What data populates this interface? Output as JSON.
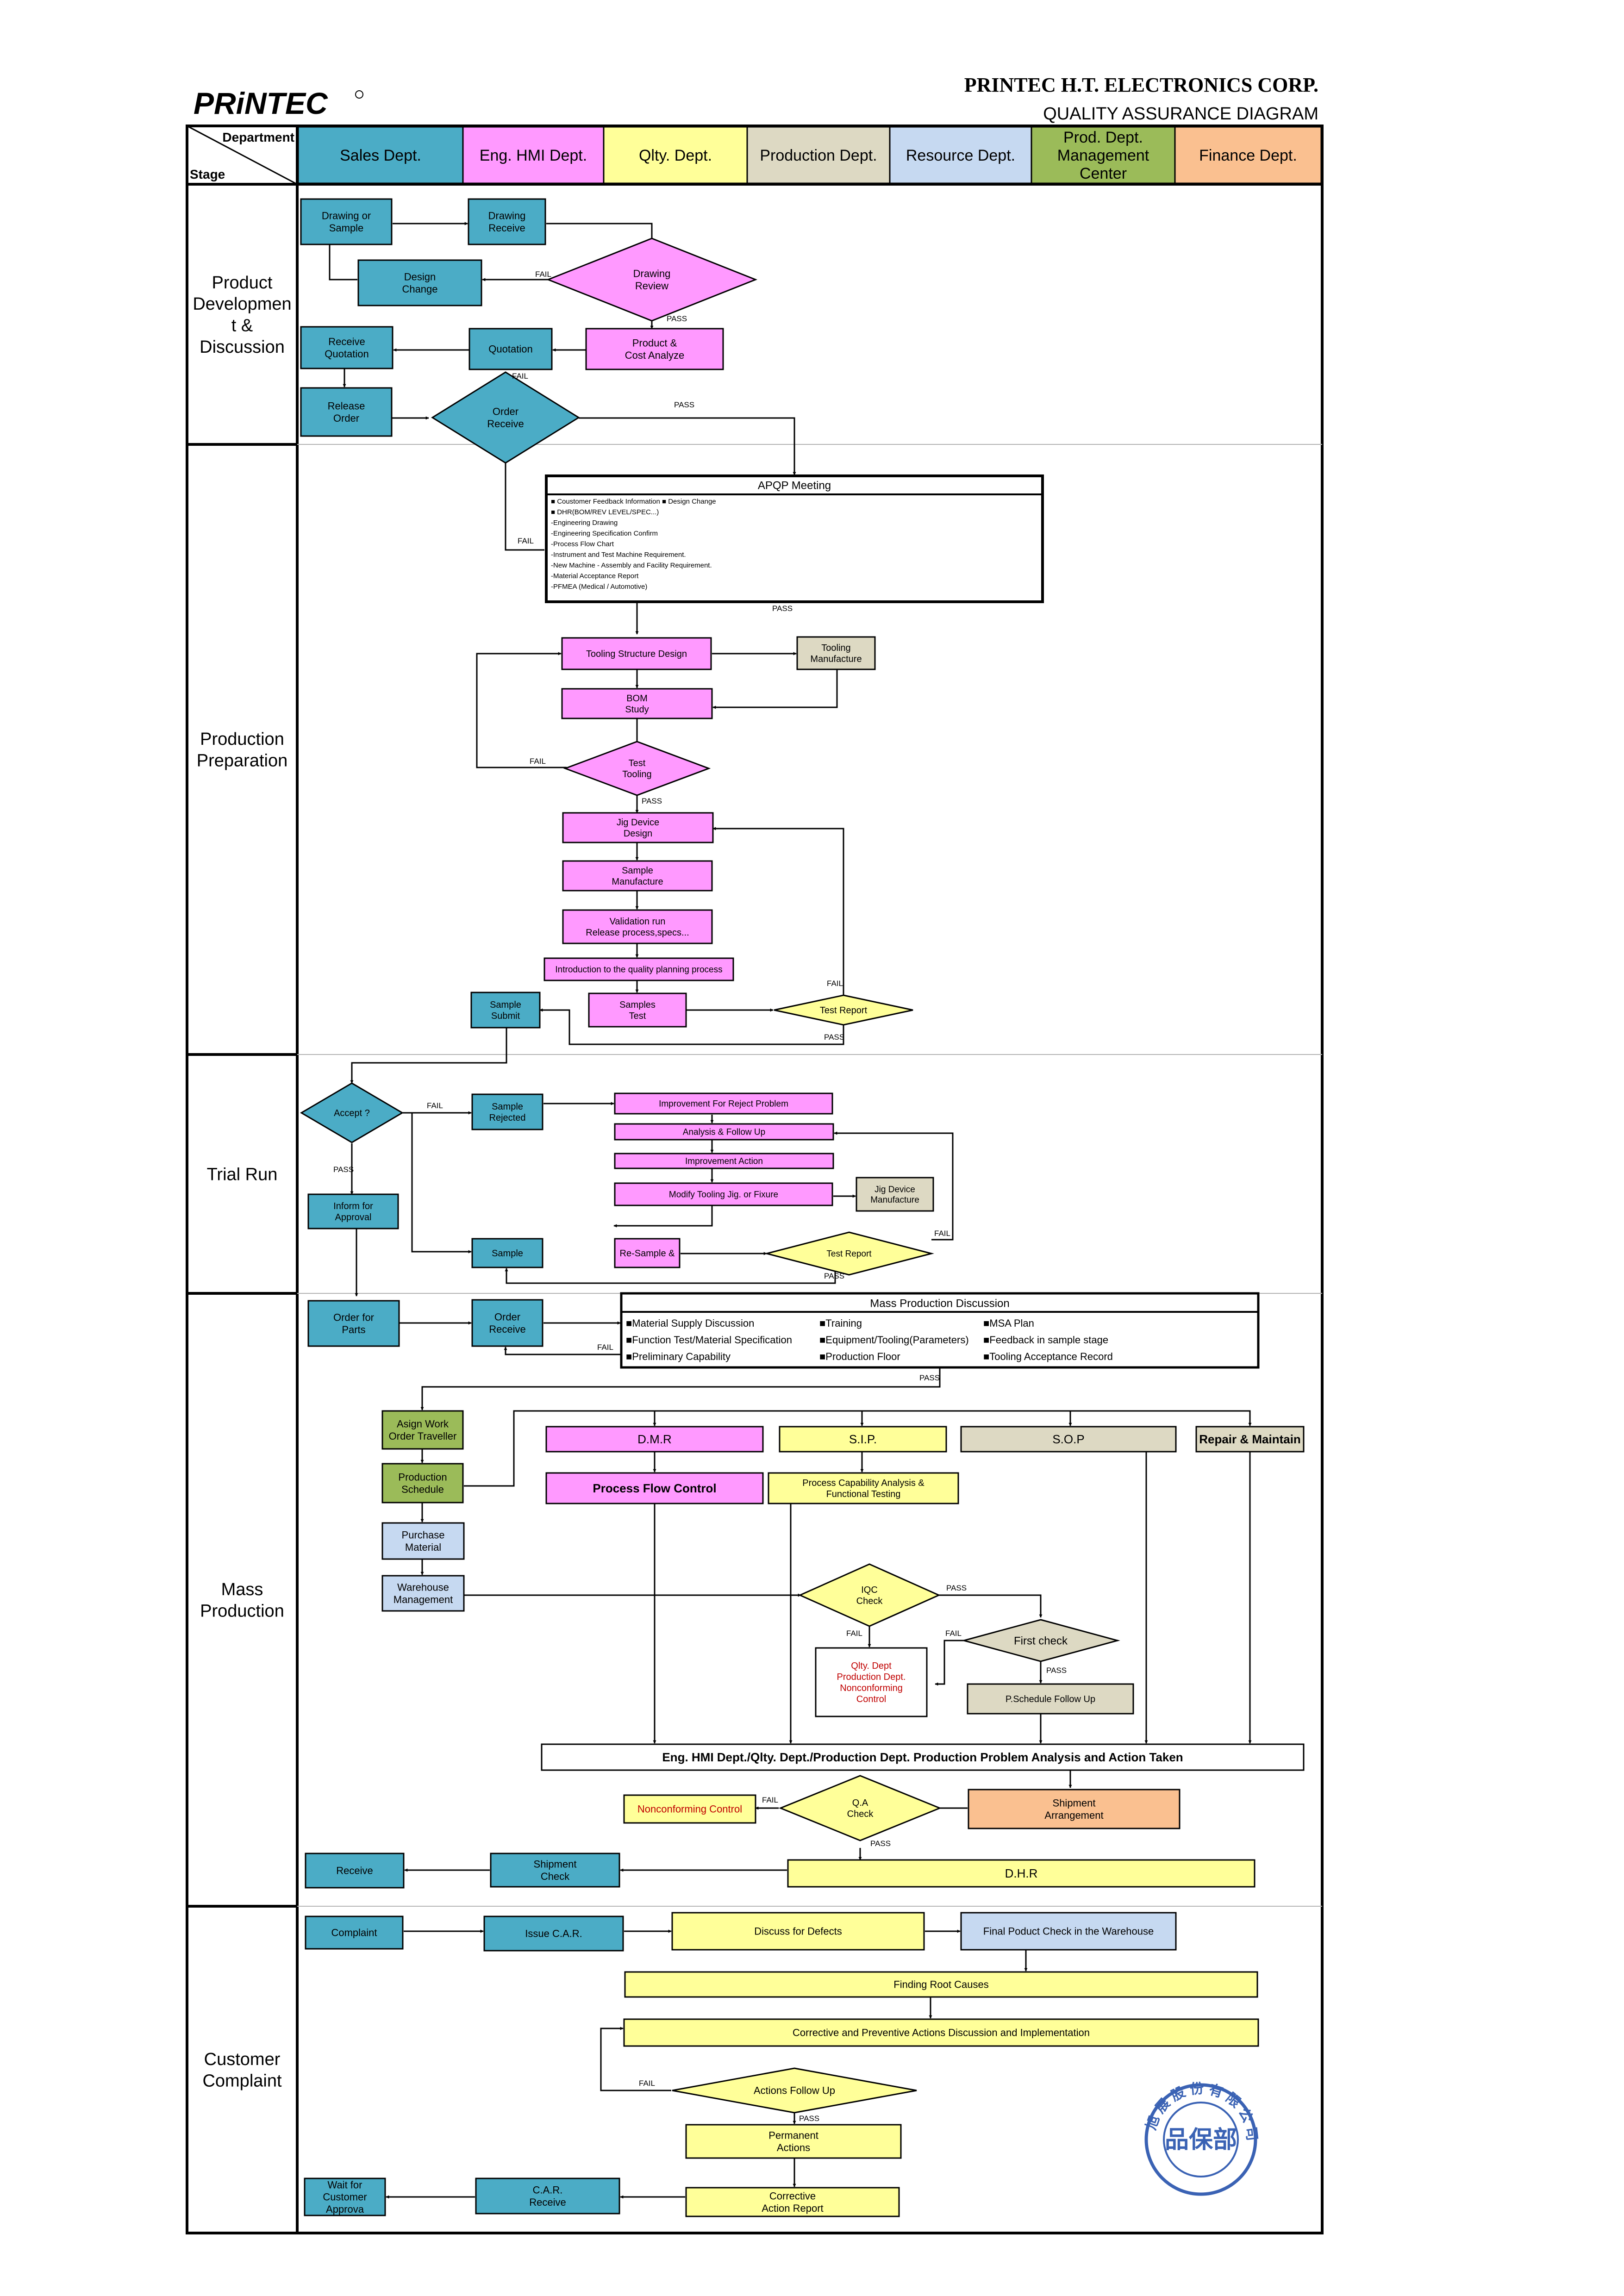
{
  "header": {
    "logo": "PRiNTEC",
    "company": "PRINTEC H.T. ELECTRONICS CORP.",
    "doc_title": "QUALITY ASSURANCE DIAGRAM",
    "corner_top": "Department",
    "corner_bottom": "Stage"
  },
  "departments": [
    {
      "label": "Sales Dept.",
      "color": "#4BACC6"
    },
    {
      "label": "Eng. HMI Dept.",
      "color": "#FF99FF"
    },
    {
      "label": "Qlty. Dept.",
      "color": "#FFFF99"
    },
    {
      "label": "Production Dept.",
      "color": "#DDD9C3"
    },
    {
      "label": "Resource Dept.",
      "color": "#C6D9F1"
    },
    {
      "label": "Prod. Dept.\nManagement\nCenter",
      "color": "#9BBB59"
    },
    {
      "label": "Finance Dept.",
      "color": "#FAC090"
    }
  ],
  "stages": [
    {
      "label": "Product\nDevelopmen\nt &\nDiscussion"
    },
    {
      "label": "Production\nPreparation"
    },
    {
      "label": "Trial Run"
    },
    {
      "label": "Mass\nProduction"
    },
    {
      "label": "Customer\nComplaint"
    }
  ],
  "nodes": {
    "drawing_sample": "Drawing or\nSample",
    "drawing_receive": "Drawing\nReceive",
    "drawing_review": "Drawing\nReview",
    "design_change": "Design\nChange",
    "product_cost": "Product &\nCost Analyze",
    "quotation": "Quotation",
    "receive_quotation": "Receive\nQuotation",
    "release_order": "Release\nOrder",
    "order_receive": "Order\nReceive",
    "apqp_title": "APQP Meeting",
    "tooling_structure": "Tooling Structure Design",
    "tooling_manufacture": "Tooling\nManufacture",
    "bom_study": "BOM\nStudy",
    "test_tooling": "Test\nTooling",
    "jig_device_design": "Jig Device\nDesign",
    "sample_manufacture": "Sample\nManufacture",
    "validation_run": "Validation run\nRelease process,specs...",
    "intro_quality": "Introduction to the quality planning process",
    "samples_test": "Samples\nTest",
    "test_report_1": "Test Report",
    "sample_submit": "Sample\nSubmit",
    "accept": "Accept ?",
    "sample_rejected": "Sample\nRejected",
    "improvement_reject": "Improvement For Reject Problem",
    "analysis_follow": "Analysis & Follow Up",
    "improvement_action": "Improvement Action",
    "modify_tooling": "Modify Tooling Jig. or Fixure",
    "jig_device_manufacture": "Jig Device\nManufacture",
    "re_sample": "Re-Sample &",
    "test_report_2": "Test Report",
    "inform_approval": "Inform for\nApproval",
    "sample": "Sample",
    "order_parts": "Order for\nParts",
    "order_receive_2": "Order\nReceive",
    "mass_discussion": "Mass Production Discussion",
    "assign_work": "Asign Work\nOrder Traveller",
    "production_schedule": "Production\nSchedule",
    "purchase_material": "Purchase\nMaterial",
    "warehouse": "Warehouse\nManagement",
    "dmr": "D.M.R",
    "sip": "S.I.P.",
    "sop": "S.O.P",
    "repair": "Repair & Maintain",
    "process_flow_control": "Process Flow Control",
    "process_capability": "Process Capability Analysis &\nFunctional Testing",
    "iqc_check": "IQC\nCheck",
    "first_check": "First check",
    "nonconforming_box": "Qlty. Dept\nProduction Dept.\nNonconforming\nControl",
    "p_schedule": "P.Schedule Follow Up",
    "problem_analysis": "Eng. HMI Dept./Qlty. Dept./Production Dept. Production Problem Analysis and Action Taken",
    "nonconforming_control": "Nonconforming Control",
    "qa_check": "Q.A\nCheck",
    "shipment_arrangement": "Shipment\nArrangement",
    "receive": "Receive",
    "shipment_check": "Shipment\nCheck",
    "dhr": "D.H.R",
    "complaint": "Complaint",
    "issue_car": "Issue C.A.R.",
    "discuss_defects": "Discuss for Defects",
    "final_check": "Final Poduct Check in the Warehouse",
    "root_causes": "Finding Root Causes",
    "corrective_preventive": "Corrective and Preventive Actions Discussion and Implementation",
    "actions_follow": "Actions Follow Up",
    "permanent_actions": "Permanent\nActions",
    "corrective_report": "Corrective\nAction Report",
    "car_receive": "C.A.R.\nReceive",
    "wait_customer": "Wait for\nCustomer\nApprova"
  },
  "apqp_items": [
    "■ Coustomer Feedback Information      ■ Design Change",
    "■ DHR(BOM/REV LEVEL/SPEC...)",
    "-Engineering Drawing",
    "-Engineering Specification Confirm",
    "-Process Flow Chart",
    "-Instrument and Test Machine Requirement.",
    "-New Machine - Assembly and Facility Requirement.",
    "-Material Acceptance Report",
    "-PFMEA (Medical / Automotive)"
  ],
  "mass_items": [
    [
      "■Material Supply Discussion",
      "■Training",
      "■MSA Plan"
    ],
    [
      "■Function Test/Material Specification",
      "■Equipment/Tooling(Parameters)",
      "■Feedback in sample stage"
    ],
    [
      "■Preliminary Capability",
      "■Production Floor",
      "■Tooling Acceptance Record"
    ]
  ],
  "flow_labels": {
    "pass": "PASS",
    "fail": "FAIL"
  },
  "stamp": {
    "text": "品保部",
    "ring": "旭 展 股 份 有 限 公 司",
    "color": "#3A62B4"
  }
}
